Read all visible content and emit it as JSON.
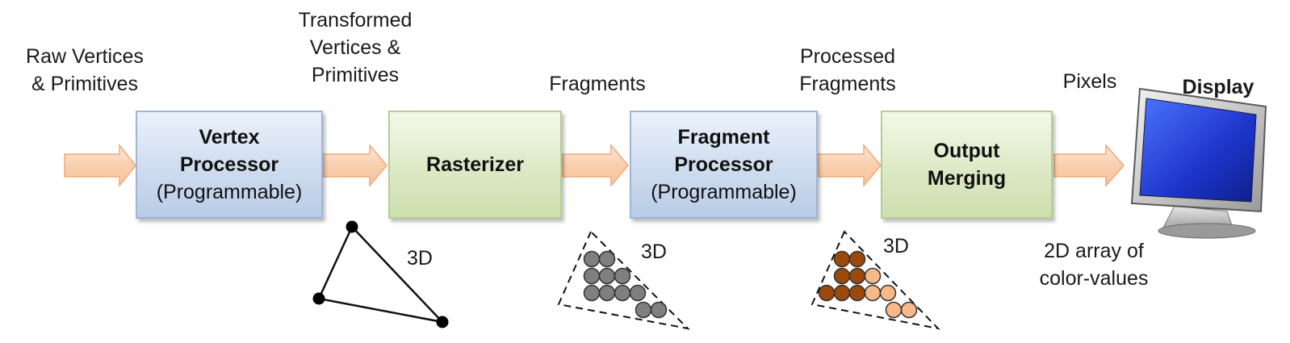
{
  "labels": {
    "raw_line1": "Raw Vertices",
    "raw_line2": "& Primitives",
    "trans_line1": "Transformed",
    "trans_line2": "Vertices &",
    "trans_line3": "Primitives",
    "fragments": "Fragments",
    "proc_line1": "Processed",
    "proc_line2": "Fragments",
    "pixels": "Pixels",
    "display": "Display",
    "array_line1": "2D array of",
    "array_line2": "color-values",
    "threed_1": "3D",
    "threed_2": "3D",
    "threed_3": "3D"
  },
  "stages": {
    "vertex": {
      "line1": "Vertex",
      "line2": "Processor",
      "line3": "(Programmable)"
    },
    "rasterizer": {
      "line1": "Rasterizer"
    },
    "fragment": {
      "line1": "Fragment",
      "line2": "Processor",
      "line3": "(Programmable)"
    },
    "output": {
      "line1": "Output",
      "line2": "Merging"
    }
  },
  "colors": {
    "arrow_fill": "#fbd9c0",
    "arrow_stroke": "#f0a878",
    "fragment_dot": "#7f7f7f",
    "merged_dark": "#9c4a0c",
    "merged_light": "#f6b98a",
    "monitor_screen": "#1f3fd6"
  },
  "icons": {
    "display": "monitor-icon"
  }
}
